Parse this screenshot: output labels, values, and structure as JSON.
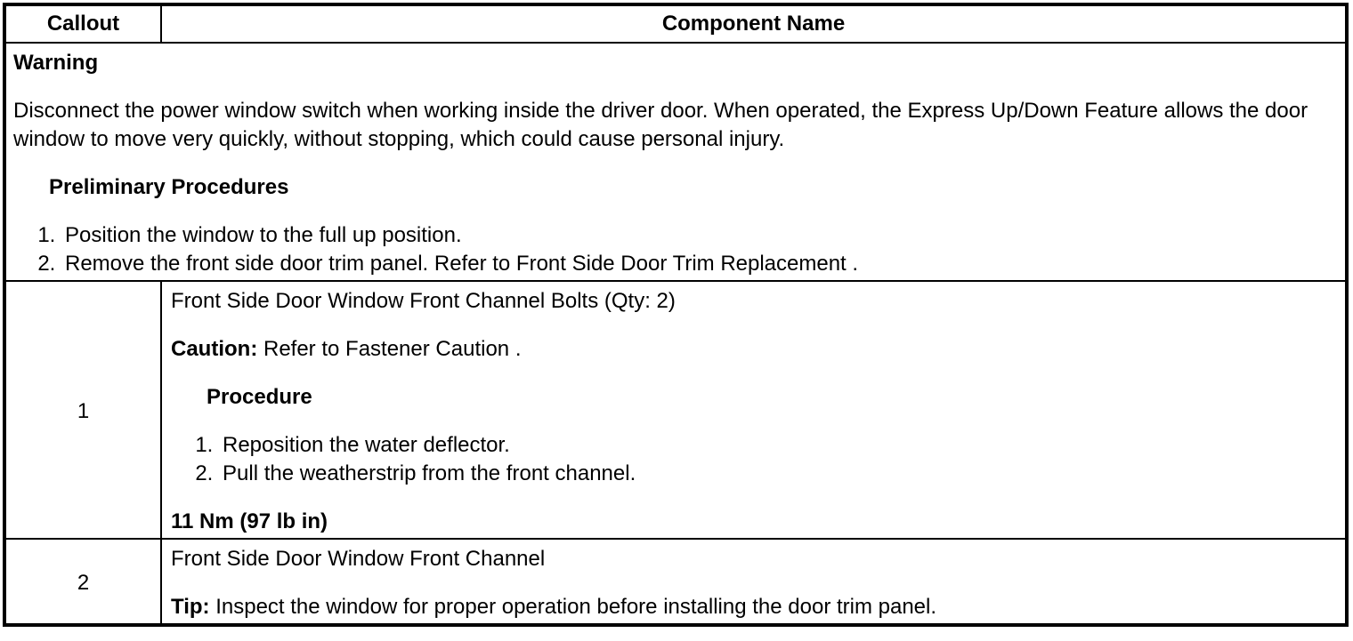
{
  "header": {
    "callout": "Callout",
    "component_name": "Component Name"
  },
  "warning": {
    "title": "Warning",
    "body": "Disconnect the power window switch when working inside the driver door. When operated, the Express Up/Down Feature allows the door window to move very quickly, without stopping, which could cause personal injury.",
    "preliminary_heading": "Preliminary Procedures",
    "step1": "Position the window to the full up position.",
    "step2_text": "Remove the front side door trim panel. Refer to",
    "step2_link": "Front Side Door Trim Replacement",
    "step2_suffix": "."
  },
  "rows": [
    {
      "callout": "1",
      "component": "Front Side Door Window Front Channel Bolts (Qty: 2)",
      "caution_label": "Caution:",
      "caution_text": "Refer to",
      "caution_link": "Fastener Caution",
      "caution_suffix": ".",
      "procedure_heading": "Procedure",
      "steps": [
        "Reposition the water deflector.",
        "Pull the weatherstrip from the front channel."
      ],
      "torque": "11 Nm (97 lb in)"
    },
    {
      "callout": "2",
      "component": "Front Side Door Window Front Channel",
      "tip_label": "Tip:",
      "tip_text": "Inspect the window for proper operation before installing the door trim panel."
    }
  ]
}
